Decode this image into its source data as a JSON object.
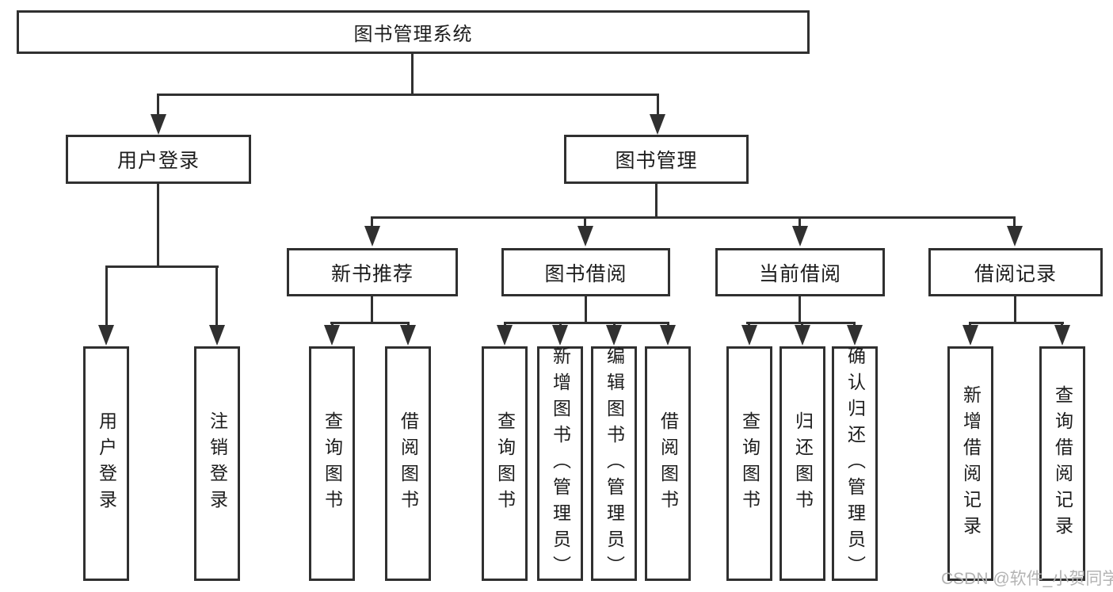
{
  "diagram": {
    "root": "图书管理系统",
    "level1": {
      "user_login": "用户登录",
      "book_mgmt": "图书管理"
    },
    "level2": {
      "new_books": "新书推荐",
      "borrow": "图书借阅",
      "current": "当前借阅",
      "records": "借阅记录"
    },
    "leaves": {
      "user_login": [
        "用户登录",
        "注销登录"
      ],
      "new_books": [
        "查询图书",
        "借阅图书"
      ],
      "borrow": [
        "查询图书",
        "新增图书（管理员）",
        "编辑图书（管理员）",
        "借阅图书"
      ],
      "current": [
        "查询图书",
        "归还图书",
        "确认归还（管理员）"
      ],
      "records": [
        "新增借阅记录",
        "查询借阅记录"
      ]
    }
  },
  "watermark": "CSDN @软件_小贺同学",
  "colors": {
    "line": "#303030",
    "text": "#1c1c1c",
    "watermark": "#b3b3b3",
    "background": "#ffffff"
  }
}
